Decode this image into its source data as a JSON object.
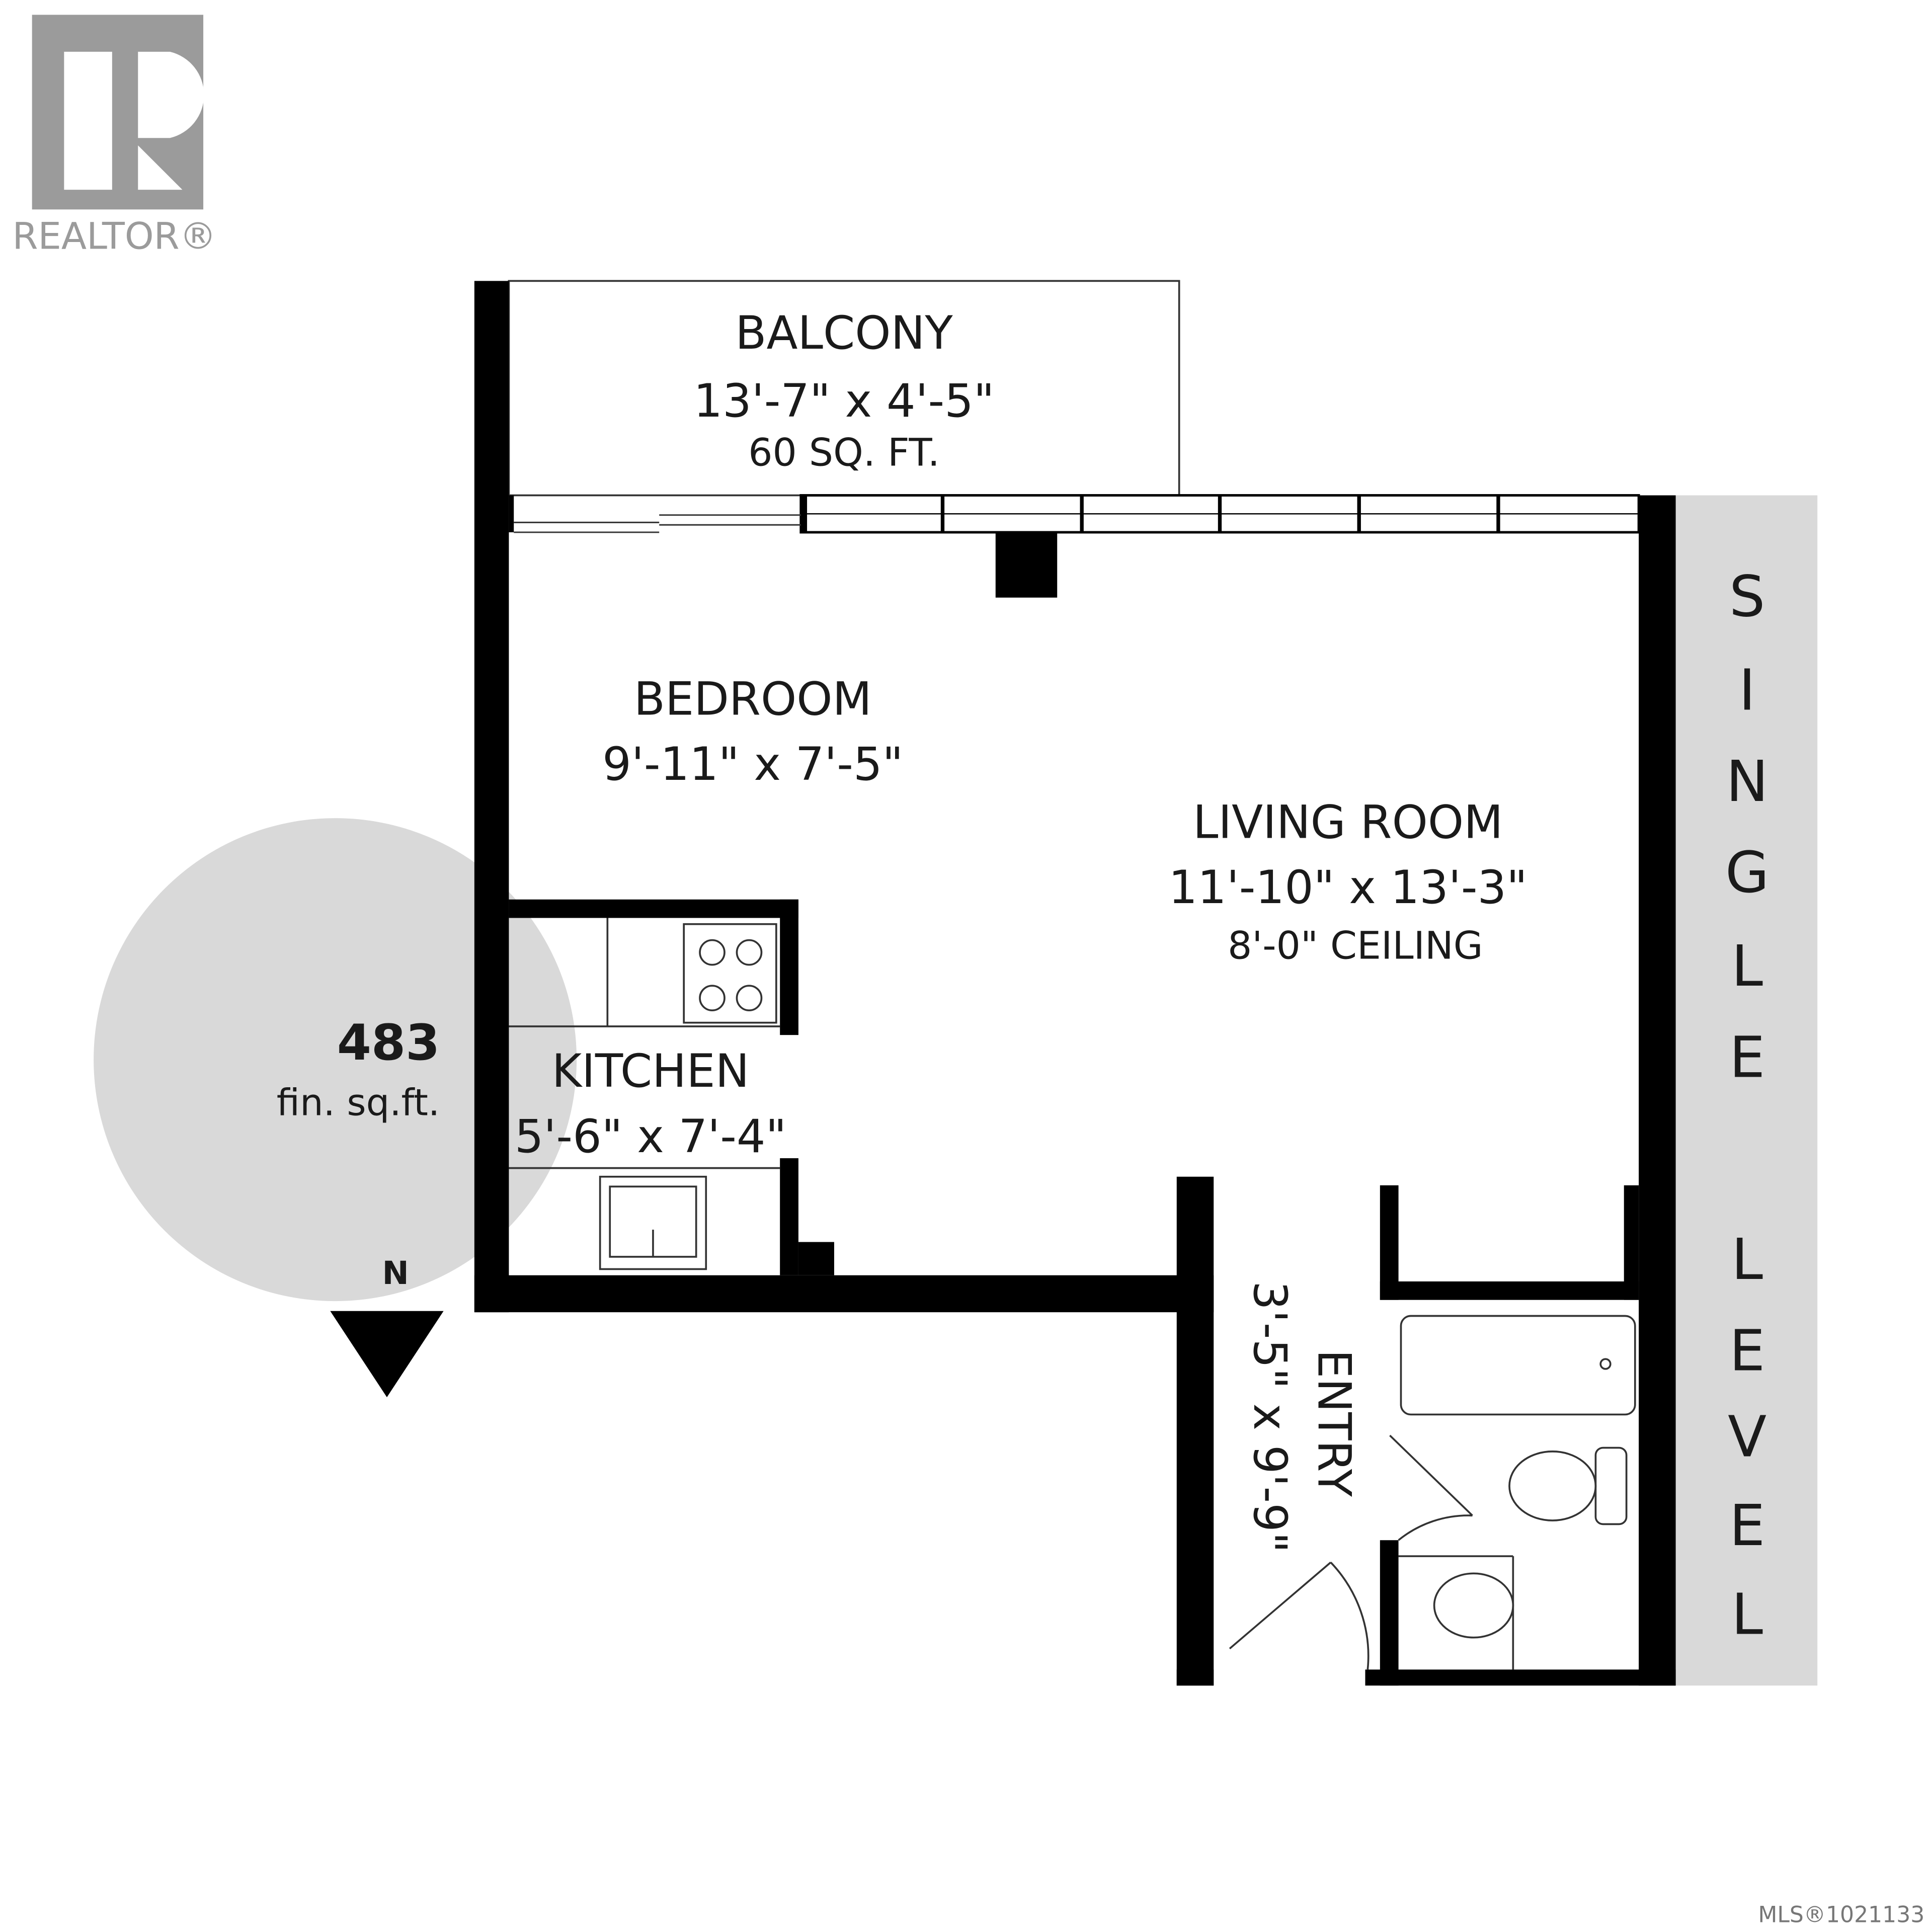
{
  "logo": {
    "text": "REALTOR®",
    "color": "#9b9b9b"
  },
  "rooms": {
    "balcony": {
      "name": "BALCONY",
      "dims": "13'-7\" x 4'-5\"",
      "area": "60 SQ. FT."
    },
    "bedroom": {
      "name": "BEDROOM",
      "dims": "9'-11\" x 7'-5\""
    },
    "living": {
      "name": "LIVING ROOM",
      "dims": "11'-10\" x 13'-3\"",
      "ceiling": "8'-0\" CEILING"
    },
    "kitchen": {
      "name": "KITCHEN",
      "dims": "5'-6\" x 7'-4\""
    },
    "entry": {
      "name": "ENTRY",
      "dims": "3'-5\" x 9'-9\""
    }
  },
  "area_badge": {
    "value": "483",
    "unit": "fin. sq.ft.",
    "color": "#d9d9d9"
  },
  "compass": {
    "label": "N"
  },
  "level_banner": {
    "word1": [
      "S",
      "I",
      "N",
      "G",
      "L",
      "E"
    ],
    "word2": [
      "L",
      "E",
      "V",
      "E",
      "L"
    ],
    "color": "#d9d9d9"
  },
  "mls": "MLS®1021133",
  "wall_color": "#000000"
}
